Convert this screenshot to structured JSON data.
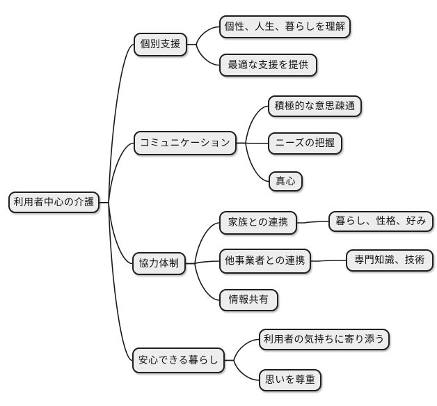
{
  "diagram": {
    "type": "mindmap",
    "colors": {
      "background": "#ffffff",
      "node_fill": "#ededed",
      "node_border": "#1f1f1f",
      "edge": "#1a1a1a",
      "text": "#111111"
    },
    "root": {
      "label": "利用者中心の介護"
    },
    "branches": [
      {
        "label": "個別支援",
        "children": [
          {
            "label": "個性、人生、暮らしを理解"
          },
          {
            "label": "最適な支援を提供"
          }
        ]
      },
      {
        "label": "コミュニケーション",
        "children": [
          {
            "label": "積極的な意思疎通"
          },
          {
            "label": "ニーズの把握"
          },
          {
            "label": "真心"
          }
        ]
      },
      {
        "label": "協力体制",
        "children": [
          {
            "label": "家族との連携",
            "children": [
              {
                "label": "暮らし、性格、好み"
              }
            ]
          },
          {
            "label": "他事業者との連携",
            "children": [
              {
                "label": "専門知識、技術"
              }
            ]
          },
          {
            "label": "情報共有"
          }
        ]
      },
      {
        "label": "安心できる暮らし",
        "children": [
          {
            "label": "利用者の気持ちに寄り添う"
          },
          {
            "label": "思いを尊重"
          }
        ]
      }
    ]
  }
}
